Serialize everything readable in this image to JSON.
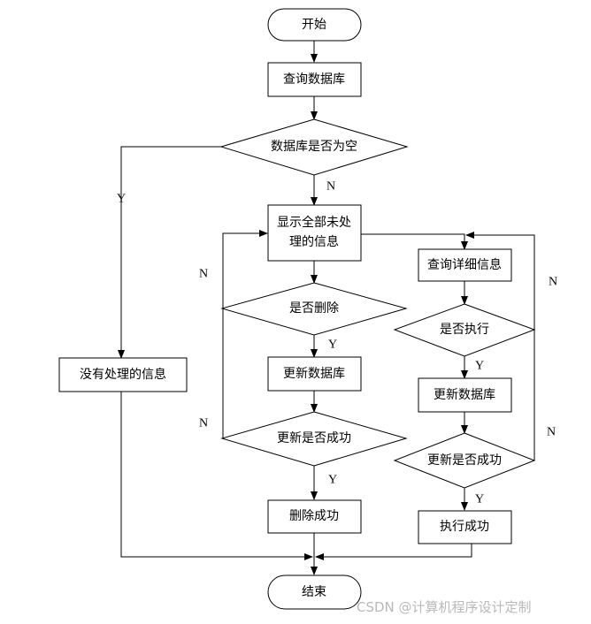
{
  "nodes": {
    "start": "开始",
    "query_db": "查询数据库",
    "db_empty": "数据库是否为空",
    "no_records": "没有处理的信息",
    "show_all": [
      "显示全部未处",
      "理的信息"
    ],
    "delete_q": "是否删除",
    "update_db_left": "更新数据库",
    "update_ok_left": "更新是否成功",
    "delete_ok": "删除成功",
    "query_detail": "查询详细信息",
    "execute_q": "是否执行",
    "update_db_right": "更新数据库",
    "update_ok_right": "更新是否成功",
    "execute_ok": "执行成功",
    "end": "结束"
  },
  "labels": {
    "empty_yes": "Y",
    "empty_no": "N",
    "delete_no": "N",
    "delete_yes": "Y",
    "update_left_no": "N",
    "update_left_yes": "Y",
    "execute_no": "N",
    "execute_yes": "Y",
    "update_right_no": "N",
    "update_right_yes": "Y"
  },
  "watermark": "CSDN @计算机程序设计定制"
}
